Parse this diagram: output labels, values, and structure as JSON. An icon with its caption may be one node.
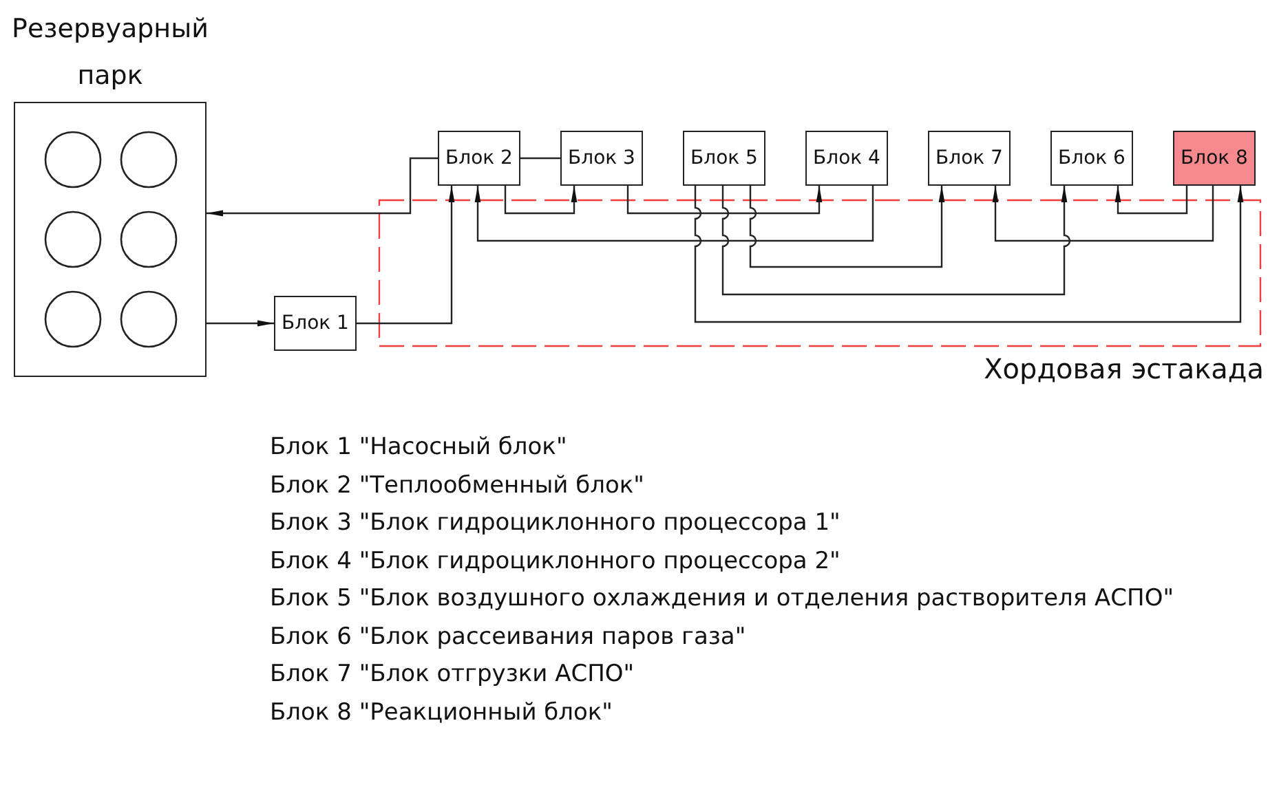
{
  "diagram": {
    "nodes": [
      {
        "text": [
          "Резервуарный парк"
        ]
      },
      {
        "text": [
          "Блок 2"
        ]
      },
      {
        "text": [
          "Блок 3"
        ]
      },
      {
        "text": [
          "Блок 5"
        ]
      },
      {
        "text": [
          "Блок 4"
        ]
      },
      {
        "text": [
          "Блок 7"
        ]
      },
      {
        "text": [
          "Блок 6"
        ]
      },
      {
        "text": [
          "Блок 8"
        ]
      },
      {
        "text": [
          "Блок 1"
        ]
      }
    ],
    "edges": [
      {
        "from": 0,
        "to": 8,
        "arrow": "to"
      },
      {
        "from": 8,
        "to": 1,
        "arrow": "to"
      },
      {
        "from": 1,
        "to": 0,
        "arrow": "to"
      },
      {
        "from": 1,
        "to": 2,
        "arrow": "none"
      },
      {
        "from": 1,
        "to": 2,
        "arrow": "to"
      },
      {
        "from": 2,
        "to": 4,
        "arrow": "to"
      },
      {
        "from": 4,
        "to": 1,
        "arrow": "to"
      },
      {
        "from": 3,
        "to": 5,
        "arrow": "to"
      },
      {
        "from": 3,
        "to": 6,
        "arrow": "to"
      },
      {
        "from": 3,
        "to": 7,
        "arrow": "to"
      },
      {
        "from": 7,
        "to": 6,
        "arrow": "to"
      },
      {
        "from": 7,
        "to": 5,
        "arrow": "to"
      }
    ],
    "labels": [
      "Хордовая эстакада",
      "Блок 1 \"Насосный блок\"",
      "Блок 2 \"Теплообменный блок\"",
      "Блок 3 \"Блок гидроциклонного процессора 1\"",
      "Блок 4 \"Блок гидроциклонного процессора 2\"",
      "Блок 5 \"Блок воздушного охлаждения и отделения растворителя АСПО\"",
      "Блок 6 \"Блок рассеивания паров газа\"",
      "Блок 7 \"Блок отгрузки АСПО\"",
      "Блок 8 \"Реакционный блок\""
    ]
  }
}
